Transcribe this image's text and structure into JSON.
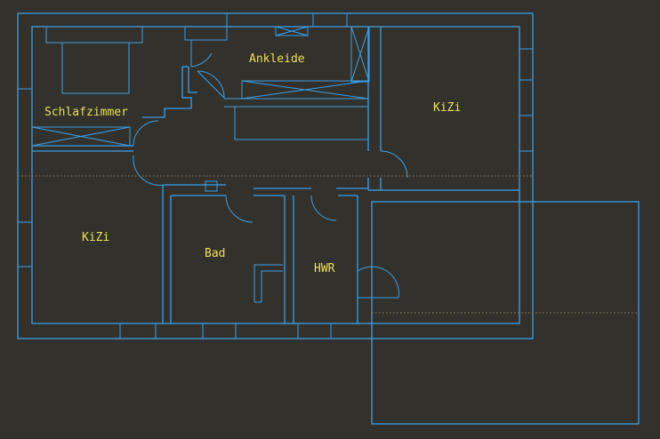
{
  "plan": {
    "rooms": {
      "schlafzimmer": "Schlafzimmer",
      "ankleide": "Ankleide",
      "kizi_right": "KiZi",
      "kizi_left": "KiZi",
      "bad": "Bad",
      "hwr": "HWR"
    },
    "colors": {
      "background": "#33312c",
      "walls": "#3aa0e8",
      "labels": "#e8e05a",
      "guide_lines": "#8a8062"
    }
  }
}
